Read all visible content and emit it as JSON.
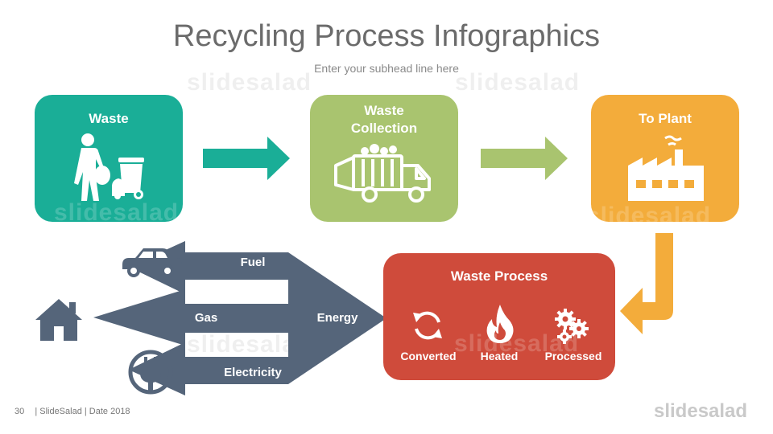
{
  "title": "Recycling Process Infographics",
  "subtitle": "Enter your subhead line here",
  "watermark": "slidesalad",
  "steps": [
    {
      "label_lines": [
        "Waste"
      ],
      "color": "#1aae97",
      "icon": "person-trash-icon"
    },
    {
      "label_lines": [
        "Waste",
        "Collection"
      ],
      "color": "#a9c46f",
      "icon": "garbage-truck-icon"
    },
    {
      "label_lines": [
        "To Plant"
      ],
      "color": "#f3ac3b",
      "icon": "factory-icon"
    }
  ],
  "process": {
    "title": "Waste Process",
    "color": "#cf4b3b",
    "items": [
      {
        "label": "Converted",
        "icon": "recycle-arrows-icon"
      },
      {
        "label": "Heated",
        "icon": "flame-icon"
      },
      {
        "label": "Processed",
        "icon": "gears-icon"
      }
    ]
  },
  "energy": {
    "label": "Energy",
    "color": "#55657a",
    "outputs": [
      {
        "label": "Fuel",
        "icon": "car-icon"
      },
      {
        "label": "Gas",
        "icon": "house-icon"
      },
      {
        "label": "Electricity",
        "icon": "plug-icon"
      }
    ]
  },
  "footer": {
    "page": "30",
    "text": "| SlideSalad | Date 2018",
    "brand": "slidesalad"
  }
}
